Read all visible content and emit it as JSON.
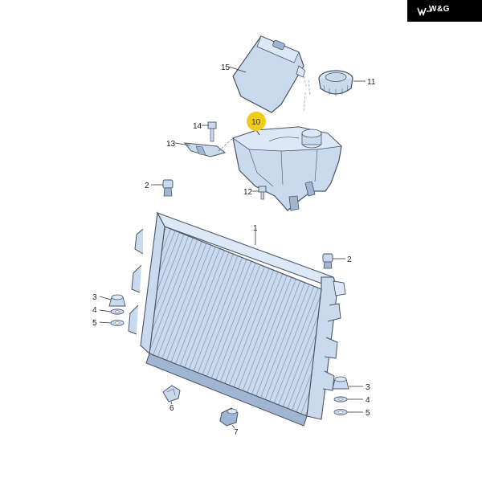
{
  "brand": {
    "text": "W&G"
  },
  "colors": {
    "part_fill": "#c9d9ee",
    "part_fill_light": "#dde8f6",
    "part_fill_dark": "#9fb5d2",
    "outline": "#4a5566",
    "highlight": "#f0cc1a"
  },
  "diagram": {
    "labels": {
      "p15": "15",
      "p11": "11",
      "p10": "10",
      "p14": "14",
      "p13": "13",
      "p12": "12",
      "p2a": "2",
      "p1": "1",
      "p2b": "2",
      "p3a": "3",
      "p4a": "4",
      "p5a": "5",
      "p3b": "3",
      "p4b": "4",
      "p5b": "5",
      "p6": "6",
      "p7": "7"
    }
  }
}
